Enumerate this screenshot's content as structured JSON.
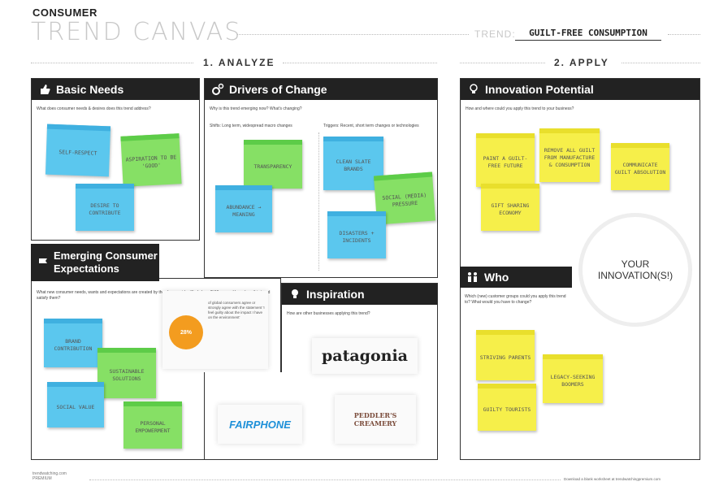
{
  "header": {
    "brand_top": "CONSUMER",
    "brand_main": "TREND CANVAS",
    "trend_label": "TREND:",
    "trend_value": "GUILT-FREE CONSUMPTION"
  },
  "sections": {
    "analyze": "1. ANALYZE",
    "apply": "2. APPLY"
  },
  "basic_needs": {
    "title": "Basic Needs",
    "question": "What does consumer needs & desires does this trend address?",
    "notes": [
      "SELF-RESPECT",
      "ASPIRATION TO BE 'GOOD'",
      "DESIRE TO CONTRIBUTE"
    ]
  },
  "drivers": {
    "title": "Drivers of Change",
    "question": "Why is this trend emerging now? What's changing?",
    "col1": "Shifts: Long term, widespread macro changes",
    "col2": "Triggers: Recent, short term changes or technologies",
    "notes": [
      "TRANSPARENCY",
      "ABUNDANCE → MEANING",
      "CLEAN SLATE BRANDS",
      "SOCIAL (MEDIA) PRESSURE",
      "DISASTERS + INCIDENTS"
    ]
  },
  "expectations": {
    "title": "Emerging Consumer Expectations",
    "question": "What new consumer needs, wants and expectations are created by the changes identified above? Where and how does this trend satisfy them?",
    "notes": [
      "BRAND CONTRIBUTION",
      "SUSTAINABLE SOLUTIONS",
      "SOCIAL VALUE",
      "PERSONAL EMPOWERMENT"
    ],
    "stat_value": "28%",
    "stat_text": "of global consumers agree or strongly agree with the statement 'I feel guilty about the impact I have on the environment'"
  },
  "inspiration": {
    "title": "Inspiration",
    "question": "How are other businesses applying this trend?",
    "logos": [
      "patagonia",
      "FAIRPHONE",
      "PEDDLER'S CREAMERY"
    ]
  },
  "innovation": {
    "title": "Innovation Potential",
    "question": "How and where could you apply this trend to your business?",
    "notes": [
      "PAINT A GUILT-FREE FUTURE",
      "REMOVE ALL GUILT FROM MANUFACTURE & CONSUMPTION",
      "COMMUNICATE GUILT ABSOLUTION",
      "GIFT SHARING ECONOMY"
    ]
  },
  "your_innovation": "YOUR INNOVATION(S!)",
  "who": {
    "title": "Who",
    "question": "Which (new) customer groups could you apply this trend to? What would you have to change?",
    "notes": [
      "STRIVING PARENTS",
      "LEGACY-SEEKING BOOMERS",
      "GUILTY TOURISTS"
    ]
  },
  "footer": {
    "logo": "trendwatching.com PREMIUM",
    "note": "Download a blank worksheet at trendwatchingpremium.com"
  },
  "colors": {
    "blue": "#5bc7ee",
    "green": "#86e065",
    "yellow": "#f6ef4a",
    "header": "#222222"
  }
}
